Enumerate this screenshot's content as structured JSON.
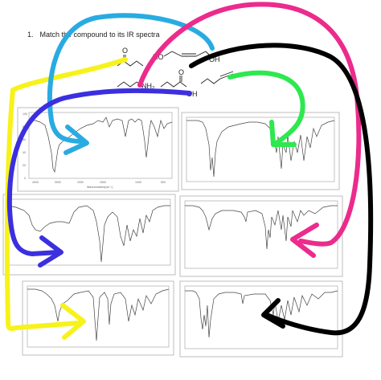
{
  "question": {
    "number": "1.",
    "text": "Match the compound to its IR spectra"
  },
  "compounds": {
    "ketone_label": "O",
    "diol_ho_label": "HO",
    "diol_oh_label": "OH",
    "amine_label": "NH₂",
    "acid_oh_label": "OH",
    "acid_o_label": "O"
  },
  "spectra": {
    "axis_ticks": [
      "4000",
      "3000",
      "2000",
      "1500",
      "1000",
      "500"
    ],
    "axis_label_1": "Wavenumbers(cm⁻¹)",
    "y_ticks": [
      "100",
      "80",
      "60",
      "40",
      "20",
      "0"
    ]
  },
  "annotations": {
    "arrow_colors": {
      "yellow": "#f7f21a",
      "cyan": "#29abe2",
      "magenta": "#ec2b8c",
      "black": "#000000",
      "green": "#2ee84f",
      "blue": "#3b2fe0"
    }
  }
}
